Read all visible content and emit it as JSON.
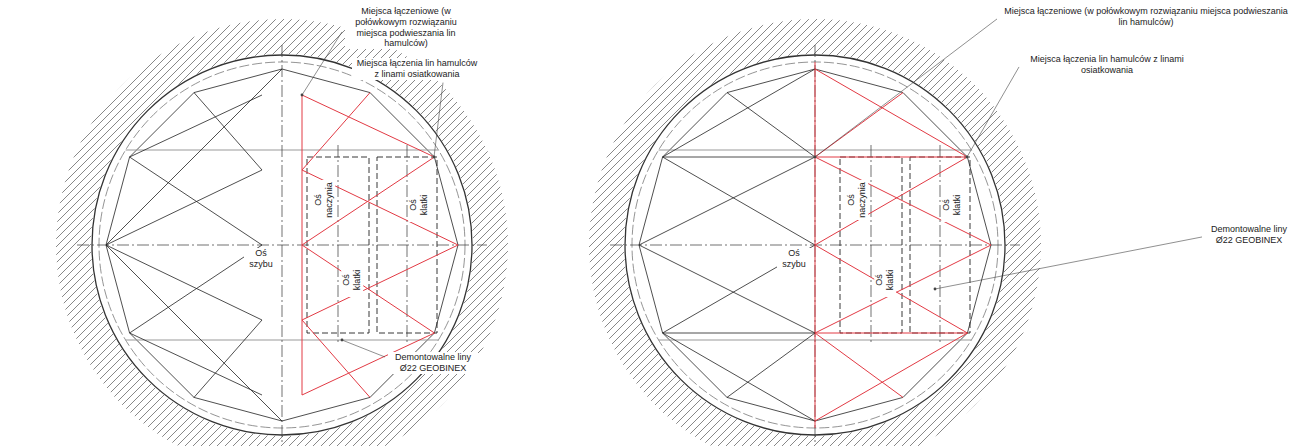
{
  "diagram": {
    "labels": [
      "Miejsca łączeniowe (w połówkowym rozwiązaniu miejsca podwieszania lin hamulców)",
      "Miejsca łączenia lin hamulców z linami osiatkowania",
      "Oś szybu",
      "Oś naczynia",
      "Oś klatki",
      "Oś klatki",
      "Demontowalne liny Ø22 GEOBINEX",
      "Miejsca łączeniowe (w połówkowym rozwiązaniu miejsca podwieszania lin hamulców)",
      "Miejsca łączenia lin hamulców z linami osiatkowania",
      "Oś szybu",
      "Oś naczynia",
      "Oś klatki",
      "Oś klatki",
      "Demontowalne liny Ø22 GEOBINEX"
    ]
  }
}
